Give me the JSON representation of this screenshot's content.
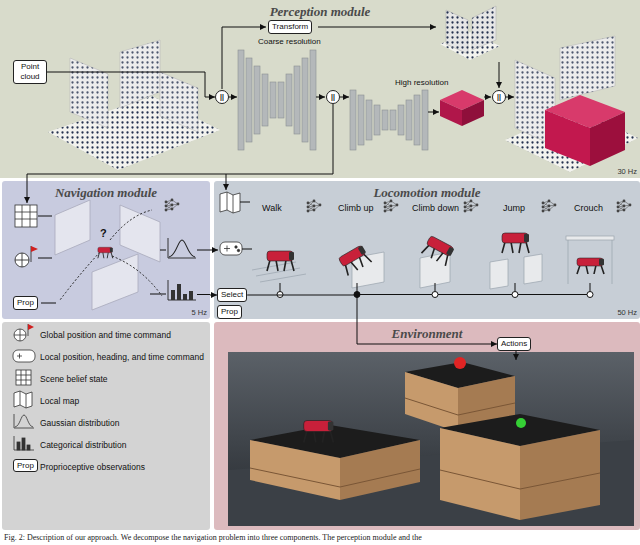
{
  "diagram": {
    "caption": "Fig. 2: Description of our approach. We decompose the navigation problem into three components. The perception module and the",
    "nodes": [
      {
        "text": [
          "Perception module",
          "30 Hz"
        ]
      },
      {
        "text": [
          "Point cloud"
        ],
        "in": 0
      },
      {
        "text": [
          "Transform"
        ],
        "in": 0
      },
      {
        "text": [
          "||"
        ],
        "in": 0
      },
      {
        "text": [
          "||"
        ],
        "in": 0
      },
      {
        "text": [
          "||"
        ],
        "in": 0
      },
      {
        "text": [
          "Navigation module",
          "5 Hz"
        ]
      },
      {
        "text": [
          "Prop"
        ],
        "in": 6
      },
      {
        "text": [
          "Locomotion module",
          "50 Hz"
        ]
      },
      {
        "text": [
          "Select"
        ],
        "in": 8
      },
      {
        "text": [
          "Prop"
        ],
        "in": 8
      },
      {
        "text": [
          "Environment"
        ]
      },
      {
        "text": [
          "Actions"
        ],
        "in": 11
      }
    ],
    "edges": [
      {
        "from": 1,
        "to": 3,
        "arrow": "to"
      },
      {
        "from": 6,
        "to": 9,
        "arrow": "to"
      },
      {
        "from": 9,
        "to": 12,
        "arrow": "to"
      }
    ],
    "labels": [
      "Coarse resolution",
      "High resolution",
      "?",
      "Walk",
      "Climb up",
      "Climb down",
      "Jump",
      "Crouch",
      "Prop"
    ],
    "legend": [
      {
        "text": "Global position and time command"
      },
      {
        "text": "Local position, heading, and time command"
      },
      {
        "text": "Scene belief state"
      },
      {
        "text": "Local map"
      },
      {
        "text": "Gaussian distribution"
      },
      {
        "text": "Categorical distribution"
      },
      {
        "text": "Proprioceptive observations"
      }
    ]
  }
}
